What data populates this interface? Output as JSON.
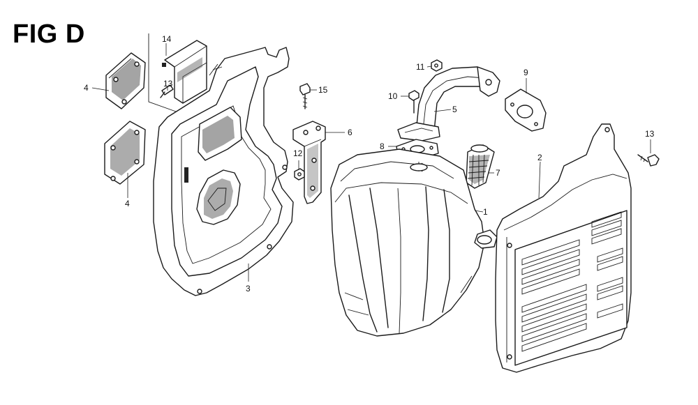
{
  "figure": {
    "title": "FIG D"
  },
  "callouts": {
    "c1": "1",
    "c2": "2",
    "c3": "3",
    "c4a": "4",
    "c4b": "4",
    "c5": "5",
    "c6": "6",
    "c7": "7",
    "c8": "8",
    "c9": "9",
    "c10": "10",
    "c11": "11",
    "c12": "12",
    "c13a": "13",
    "c13b": "13",
    "c14": "14",
    "c15": "15"
  }
}
